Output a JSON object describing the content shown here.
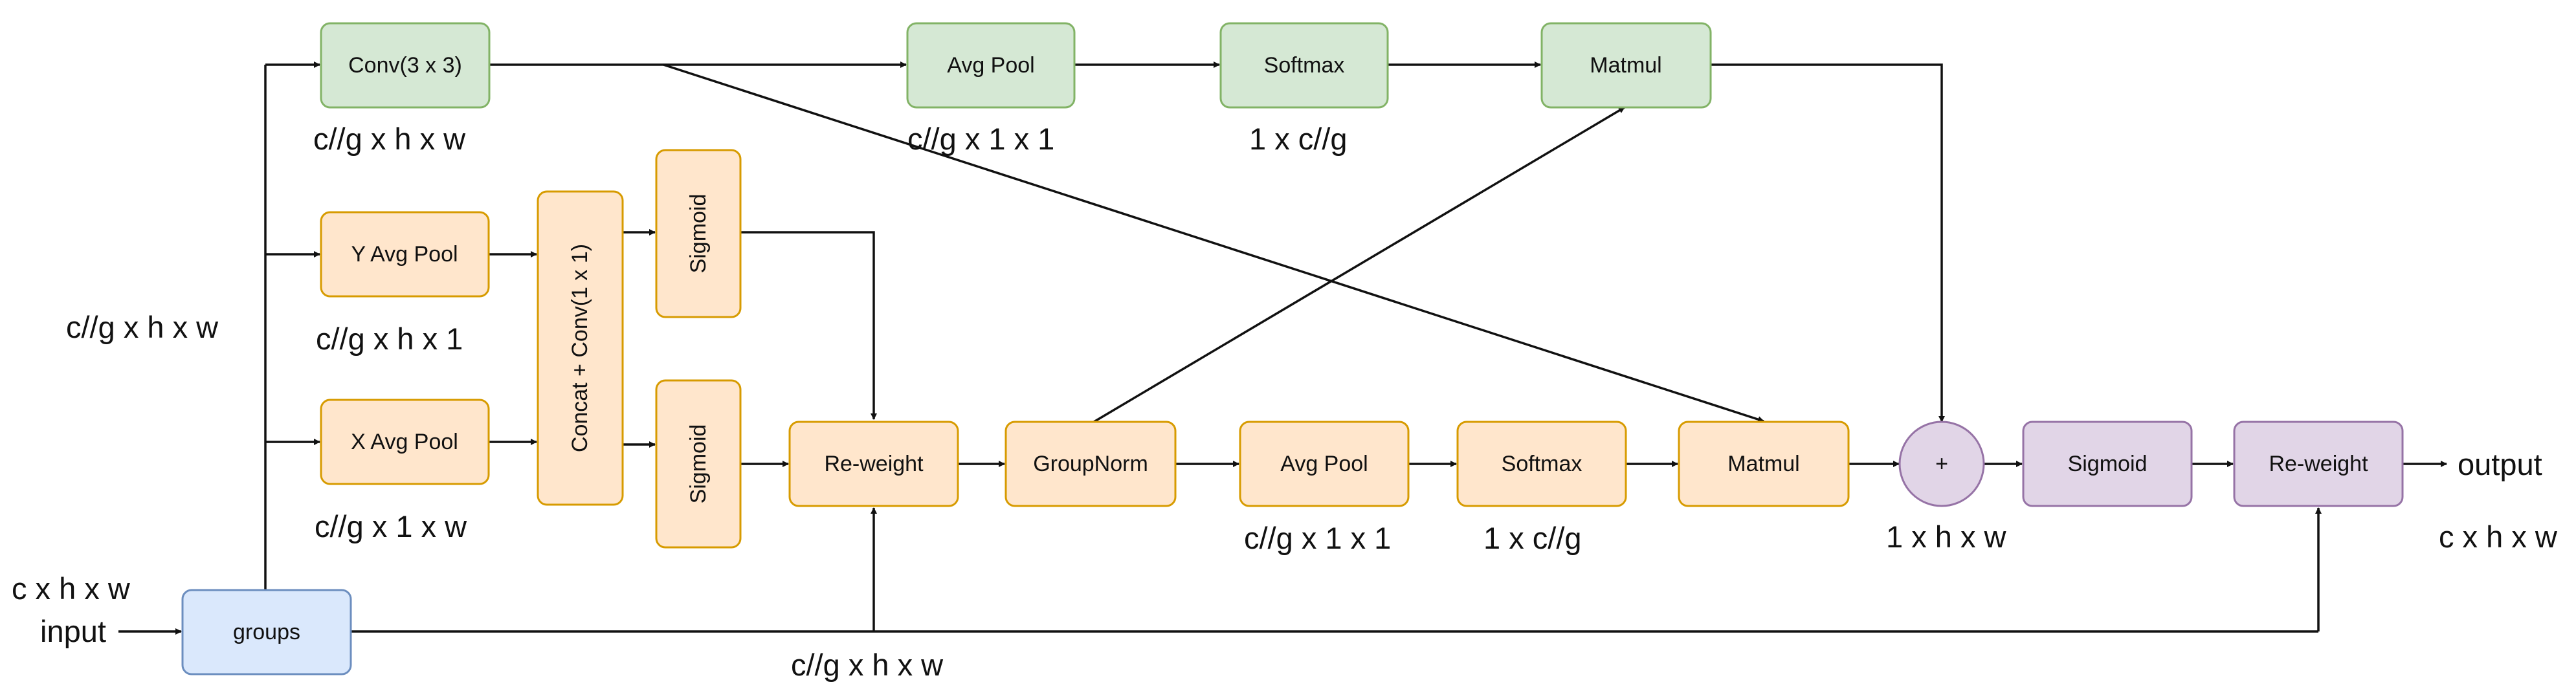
{
  "colors": {
    "green": {
      "fill": "#d5e8d4",
      "stroke": "#82b366"
    },
    "orange": {
      "fill": "#ffe6cc",
      "stroke": "#d79b00"
    },
    "purple": {
      "fill": "#e1d5e7",
      "stroke": "#9673a6"
    },
    "blue": {
      "fill": "#dae8fc",
      "stroke": "#6c8ebf"
    },
    "line": "#111111"
  },
  "nodes": {
    "groups": "groups",
    "conv3x3": "Conv(3 x 3)",
    "avg_pool_top": "Avg Pool",
    "softmax_top": "Softmax",
    "matmul_top": "Matmul",
    "y_avg_pool": "Y Avg Pool",
    "x_avg_pool": "X Avg Pool",
    "concat_conv": "Concat + Conv(1 x 1)",
    "sigmoid_top": "Sigmoid",
    "sigmoid_bottom": "Sigmoid",
    "reweight_mid": "Re-weight",
    "groupnorm": "GroupNorm",
    "avg_pool_mid": "Avg Pool",
    "softmax_mid": "Softmax",
    "matmul_mid": "Matmul",
    "plus": "+",
    "sigmoid_out": "Sigmoid",
    "reweight_out": "Re-weight"
  },
  "labels": {
    "input_shape": "c x h x w",
    "input": "input",
    "group_shape": "c//g x h x w",
    "conv_shape": "c//g x h x w",
    "avg_pool_top_shape": "c//g x 1 x 1",
    "softmax_top_shape": "1 x c//g",
    "y_pool_shape": "c//g x h x 1",
    "x_pool_shape": "c//g x 1 x w",
    "bottom_shape": "c//g x h x w",
    "avg_pool_mid_shape": "c//g x 1 x 1",
    "softmax_mid_shape": "1 x c//g",
    "plus_shape": "1 x h x w",
    "output": "output",
    "output_shape": "c x h x w"
  }
}
